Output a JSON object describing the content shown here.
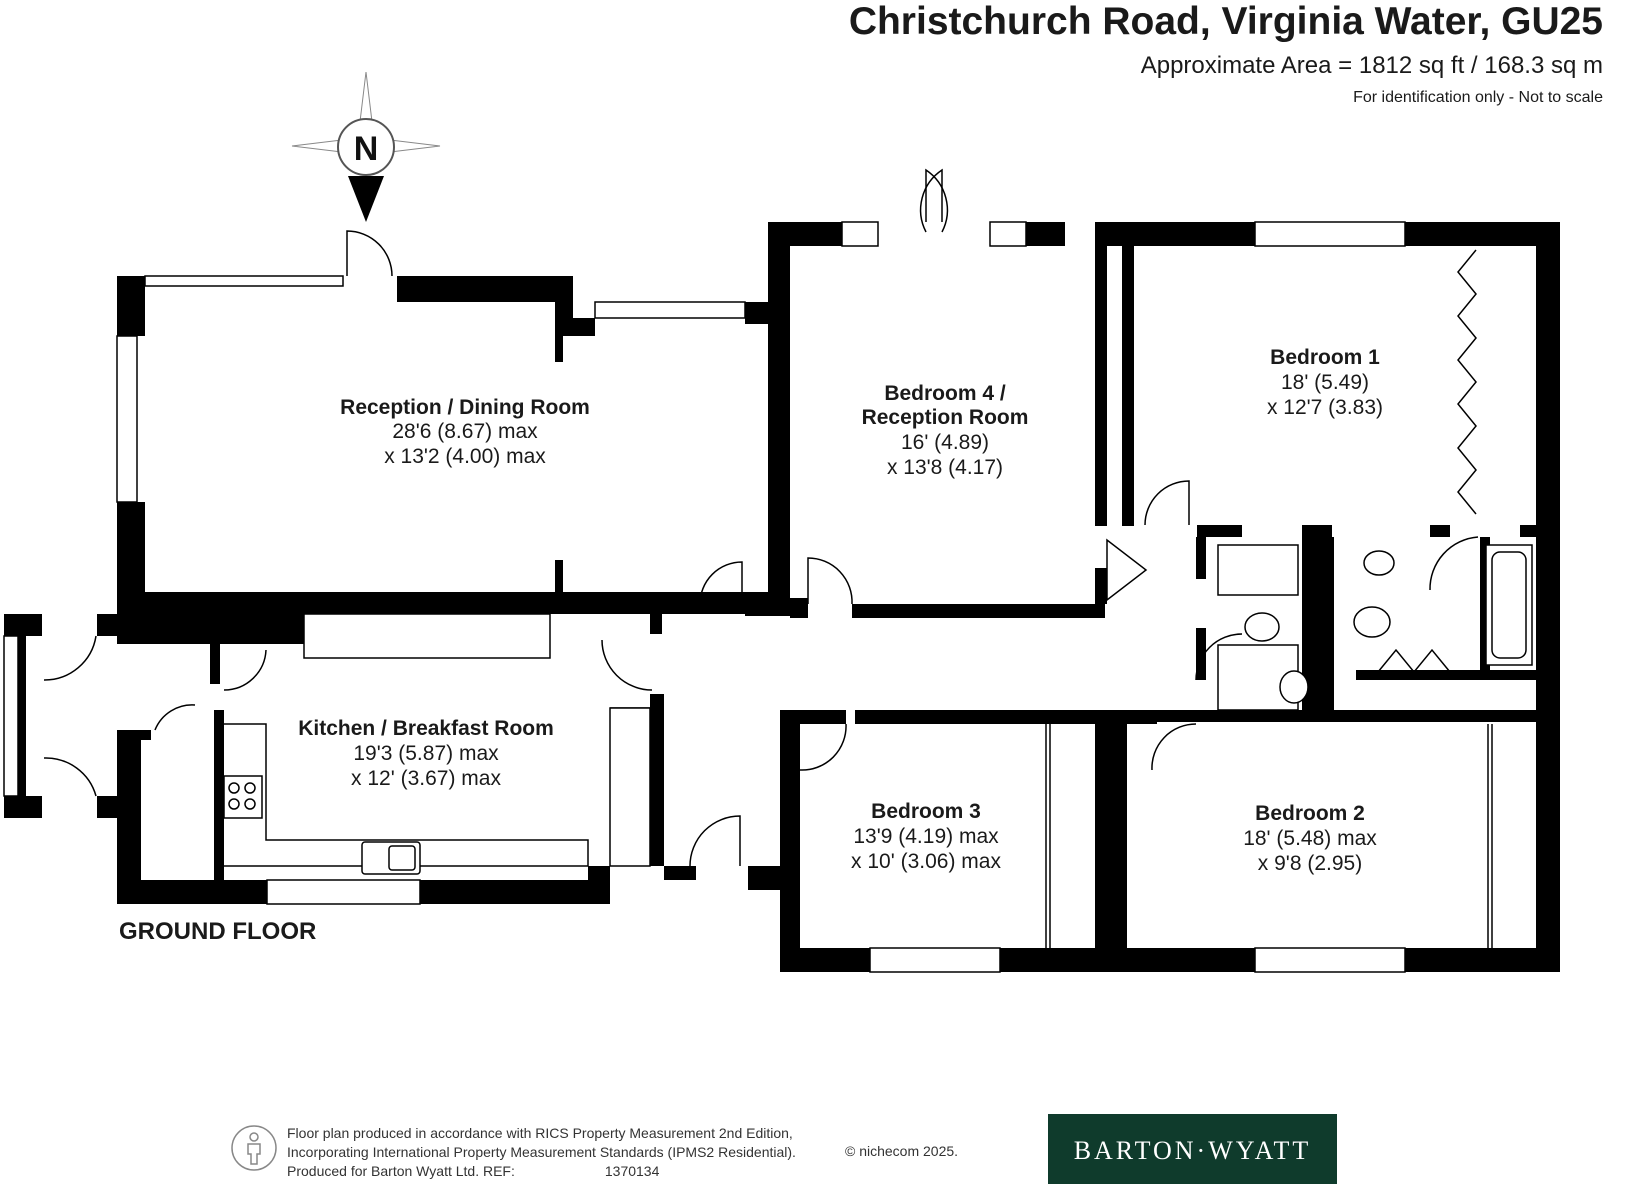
{
  "header": {
    "title": "Christchurch Road, Virginia Water, GU25",
    "area": "Approximate Area = 1812 sq ft / 168.3 sq m",
    "disclaimer": "For identification only - Not to scale"
  },
  "compass": {
    "label": "N"
  },
  "floor_label": "GROUND FLOOR",
  "rooms": {
    "reception": {
      "name": "Reception / Dining Room",
      "dim1": "28'6 (8.67) max",
      "dim2": "x 13'2 (4.00) max"
    },
    "bedroom4": {
      "name1": "Bedroom 4 /",
      "name2": "Reception Room",
      "dim1": "16' (4.89)",
      "dim2": "x 13'8 (4.17)"
    },
    "bedroom1": {
      "name": "Bedroom 1",
      "dim1": "18' (5.49)",
      "dim2": "x 12'7 (3.83)"
    },
    "kitchen": {
      "name": "Kitchen / Breakfast Room",
      "dim1": "19'3 (5.87) max",
      "dim2": "x 12' (3.67) max"
    },
    "bedroom3": {
      "name": "Bedroom 3",
      "dim1": "13'9 (4.19) max",
      "dim2": "x 10' (3.06) max"
    },
    "bedroom2": {
      "name": "Bedroom 2",
      "dim1": "18' (5.48) max",
      "dim2": "x 9'8 (2.95)"
    }
  },
  "footer": {
    "line1": "Floor plan produced in accordance with RICS Property Measurement 2nd Edition,",
    "line2": "Incorporating International Property Measurement Standards (IPMS2 Residential).",
    "line3_prefix": "Produced for Barton Wyatt Ltd.   REF:",
    "ref": "1370134",
    "copyright": "© nichecom 2025.",
    "logo": "BARTON·WYATT"
  },
  "colors": {
    "wall": "#000000",
    "logo_bg": "#0f3b2c",
    "logo_text": "#ffffff"
  }
}
